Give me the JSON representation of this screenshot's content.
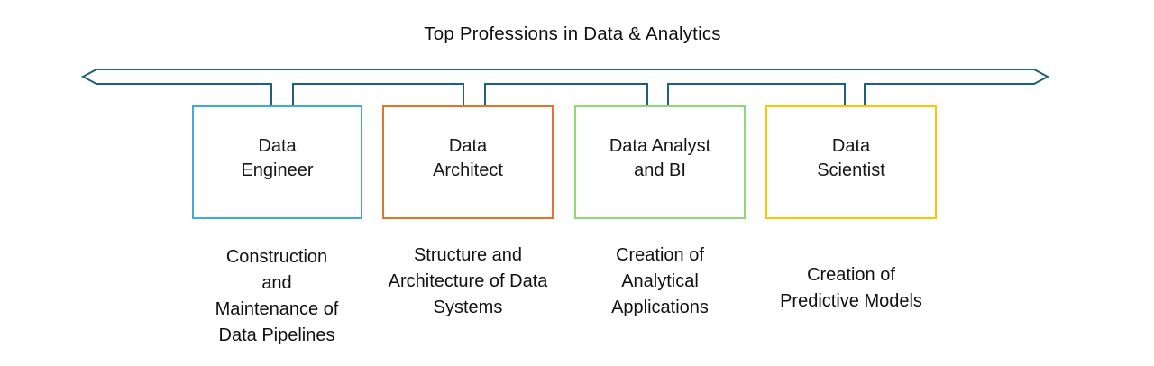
{
  "title": "Top Professions in Data & Analytics",
  "diagram_type": "timeline-double-arrow-with-branches",
  "colors": {
    "timeline_arrow": "#1F5F82",
    "data_engineer_border": "#45A8DC",
    "data_architect_border": "#E2752E",
    "data_analyst_border": "#8ED973",
    "data_scientist_border": "#FFC503",
    "text": "#111111",
    "background": "#FFFFFF"
  },
  "professions": [
    {
      "label": "Data\nEngineer",
      "description": "Construction\nand\nMaintenance of\nData Pipelines",
      "border_color": "#45A8DC"
    },
    {
      "label": "Data\nArchitect",
      "description": "Structure and\nArchitecture of Data\nSystems",
      "border_color": "#E2752E"
    },
    {
      "label": "Data Analyst\nand BI",
      "description": "Creation of\nAnalytical\nApplications",
      "border_color": "#8ED973"
    },
    {
      "label": "Data\nScientist",
      "description": "Creation of\nPredictive Models",
      "border_color": "#FFC503"
    }
  ]
}
